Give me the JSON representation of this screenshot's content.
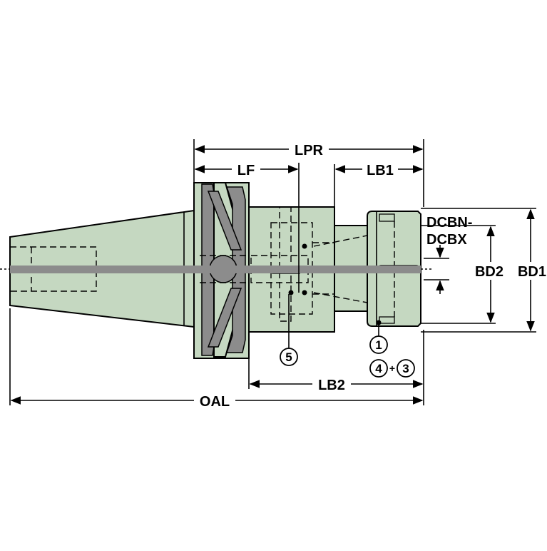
{
  "dimensions": {
    "lpr": "LPR",
    "lf": "LF",
    "lb1": "LB1",
    "lb2": "LB2",
    "oal": "OAL",
    "bd1": "BD1",
    "bd2": "BD2",
    "dcbn": "DCBN-",
    "dcbx": "DCBX"
  },
  "callouts": {
    "c1": "1",
    "c3": "3",
    "c4": "4",
    "c5": "5",
    "plus": "+"
  },
  "colors": {
    "body": "#c5d8c1",
    "centerline": "#8c8c8c",
    "outline": "#000000"
  }
}
